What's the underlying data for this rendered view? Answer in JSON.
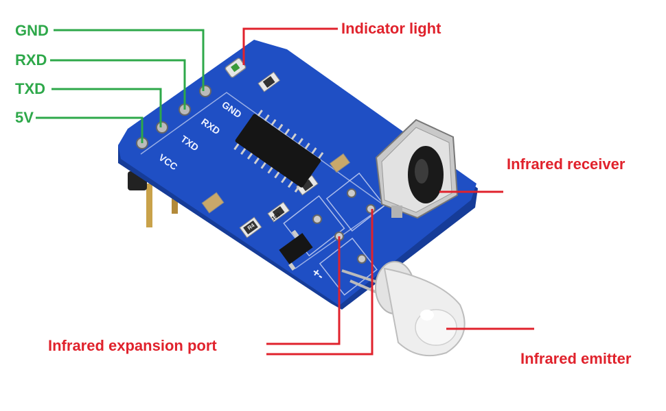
{
  "colors": {
    "pin_label": "#2ea84a",
    "callout_label": "#e0222c",
    "board": "#1f4fc4",
    "board_edge": "#163c98"
  },
  "pin_labels": {
    "gnd": "GND",
    "rxd": "RXD",
    "txd": "TXD",
    "vcc5v": "5V"
  },
  "silkscreen": {
    "gnd": "GND",
    "rxd": "RXD",
    "txd": "TXD",
    "vcc": "VCC",
    "polarity": "+-",
    "smd_code": "103",
    "resistor_code": "R4"
  },
  "callouts": {
    "indicator_light": "Indicator light",
    "infrared_receiver": "Infrared receiver",
    "infrared_expansion_port": "Infrared expansion port",
    "infrared_emitter": "Infrared emitter"
  }
}
